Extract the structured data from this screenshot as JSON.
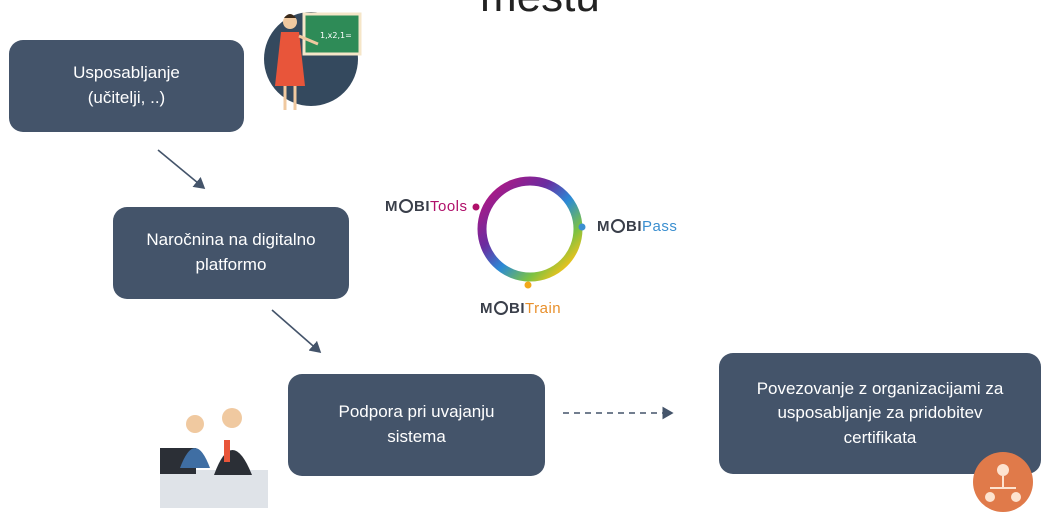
{
  "title": "mestu",
  "boxes": {
    "training": [
      "Usposabljanje",
      "(učitelji, ..)"
    ],
    "subscription": [
      "Naročnina na digitalno",
      "platformo"
    ],
    "support": [
      "Podpora pri uvajanju",
      "sistema"
    ],
    "connect": [
      "Povezovanje z organizacijami za",
      "usposabljanje za pridobitev",
      "certifikata"
    ]
  },
  "logos": {
    "tools": {
      "prefix": "MOBI",
      "suffix": "Tools",
      "color": "#b0106a"
    },
    "pass": {
      "prefix": "MOBI",
      "suffix": "Pass",
      "color": "#3b8fd0"
    },
    "train": {
      "prefix": "MOBI",
      "suffix": "Train",
      "color": "#e8902c"
    }
  },
  "icons": [
    "teacher-icon",
    "team-icon",
    "network-icon"
  ]
}
